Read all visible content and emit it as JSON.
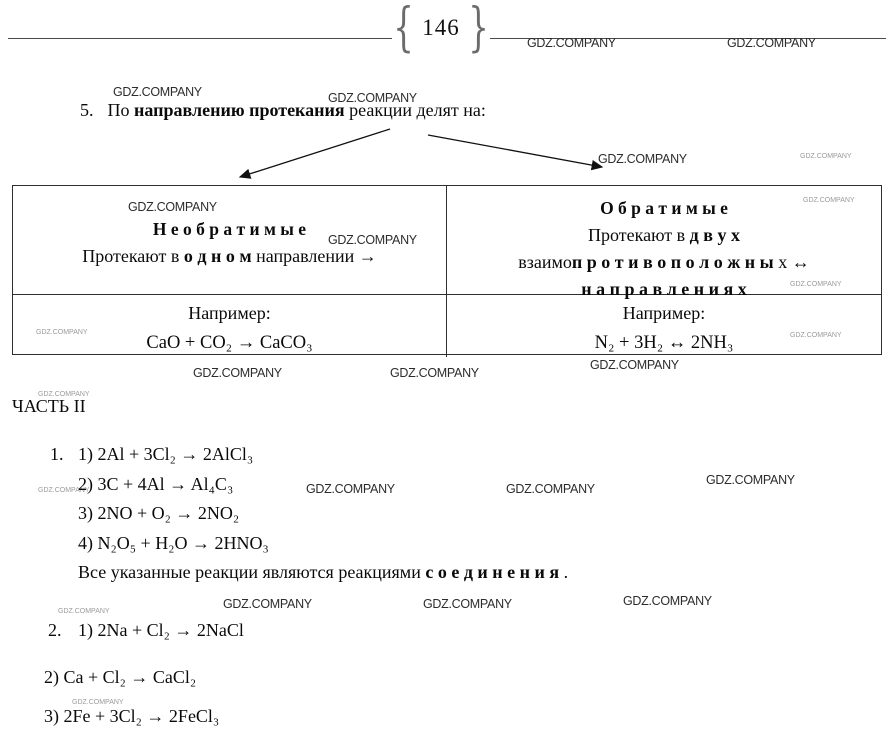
{
  "watermark": "GDZ.COMPANY",
  "page": {
    "number": "146",
    "brace_left": "{",
    "brace_right": "}"
  },
  "item5": {
    "marker": "5.",
    "pre": "По ",
    "bold": "направлению протекания",
    "post": " реакции делят на:"
  },
  "table": {
    "left": {
      "title": "Н е о б р а т и м ы е",
      "line_pre": "Протекают в ",
      "line_bold": "о д н о м",
      "line_post": "  направлении →",
      "example_label": "Например:",
      "example": "CaO + CO₂ → CaCO₃"
    },
    "right": {
      "title": "О б р а т и м ы е",
      "line1_pre": "Протекают в ",
      "line1_bold": "д в у х",
      "line2_pre": "взаимо",
      "line2_bold": "п р о т и в о п о л о ж н ы",
      "line2_post": " х ↔",
      "line3_bold": "н а п р а в л е н и я х",
      "example_label": "Например:",
      "example": "N₂ + 3H₂ ↔ 2NH₃"
    }
  },
  "part2": {
    "heading": "ЧАСТЬ II",
    "task1": {
      "marker": "1.",
      "items": [
        "1) 2Al + 3Cl₂ → 2AlCl₃",
        "2) 3C + 4Al → Al₄C₃",
        "3) 2NO + O₂ → 2NO₂",
        "4) N₂O₅ + H₂O → 2HNO₃"
      ],
      "conclusion_pre": "Все указанные реакции являются реакциями  ",
      "conclusion_bold": "с о е д и н е н и я",
      "conclusion_post": " ."
    },
    "task2": {
      "marker": "2.",
      "item1": "1) 2Na + Cl₂ → 2NaCl",
      "item2": "2) Ca + Cl₂ → CaCl₂",
      "item3": "3) 2Fe + 3Cl₂ → 2FeCl₃"
    }
  }
}
